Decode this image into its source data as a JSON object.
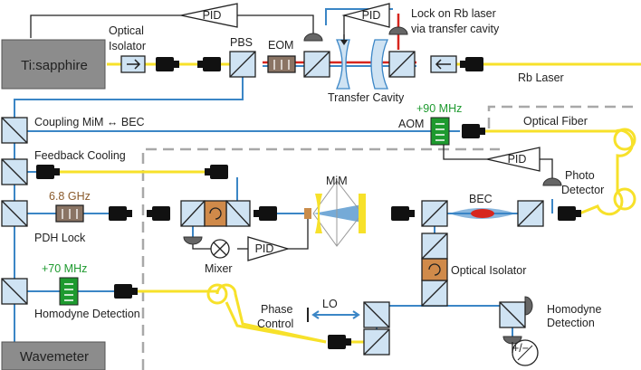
{
  "labels": {
    "pid_top": "PID",
    "pid_top2": "PID",
    "lock_rb": "Lock on Rb laser",
    "via_cavity": "via transfer cavity",
    "ti_sapphire": "Ti:sapphire",
    "optical_isolator_top_1": "Optical",
    "optical_isolator_top_2": "Isolator",
    "pbs": "PBS",
    "eom": "EOM",
    "transfer_cavity": "Transfer Cavity",
    "rb_laser": "Rb Laser",
    "coupling": "Coupling MiM ↔ BEC",
    "aom_freq": "+90 MHz",
    "aom": "AOM",
    "optical_fiber": "Optical Fiber",
    "feedback_cooling": "Feedback Cooling",
    "pid_mid": "PID",
    "photo": "Photo",
    "detector": "Detector",
    "freq_68": "6.8 GHz",
    "mim": "MiM",
    "bec": "BEC",
    "pdh_lock": "PDH Lock",
    "pid_lower": "PID",
    "mixer": "Mixer",
    "optical_isolator_right": "Optical Isolator",
    "freq_70": "+70 MHz",
    "homodyne_detection_left": "Homodyne Detection",
    "phase": "Phase",
    "control": "Control",
    "lo": "LO",
    "homodyne_right_1": "Homodyne",
    "homodyne_right_2": "Detection",
    "wavemeter": "Wavemeter",
    "subtract": "+/−"
  },
  "colors": {
    "beam_yellow": "#f7e12a",
    "beam_red": "#d7261e",
    "beam_blue": "#3b86c6",
    "fiber_yellow": "#f7e12a",
    "box_gray": "#8c8c8c",
    "optic_blue": "#cfe3f3",
    "aom_green": "#1e9a2f",
    "isolator_brown": "#d08a4a",
    "label_green": "#1e9a2f",
    "label_brown": "#8a5a2b"
  }
}
